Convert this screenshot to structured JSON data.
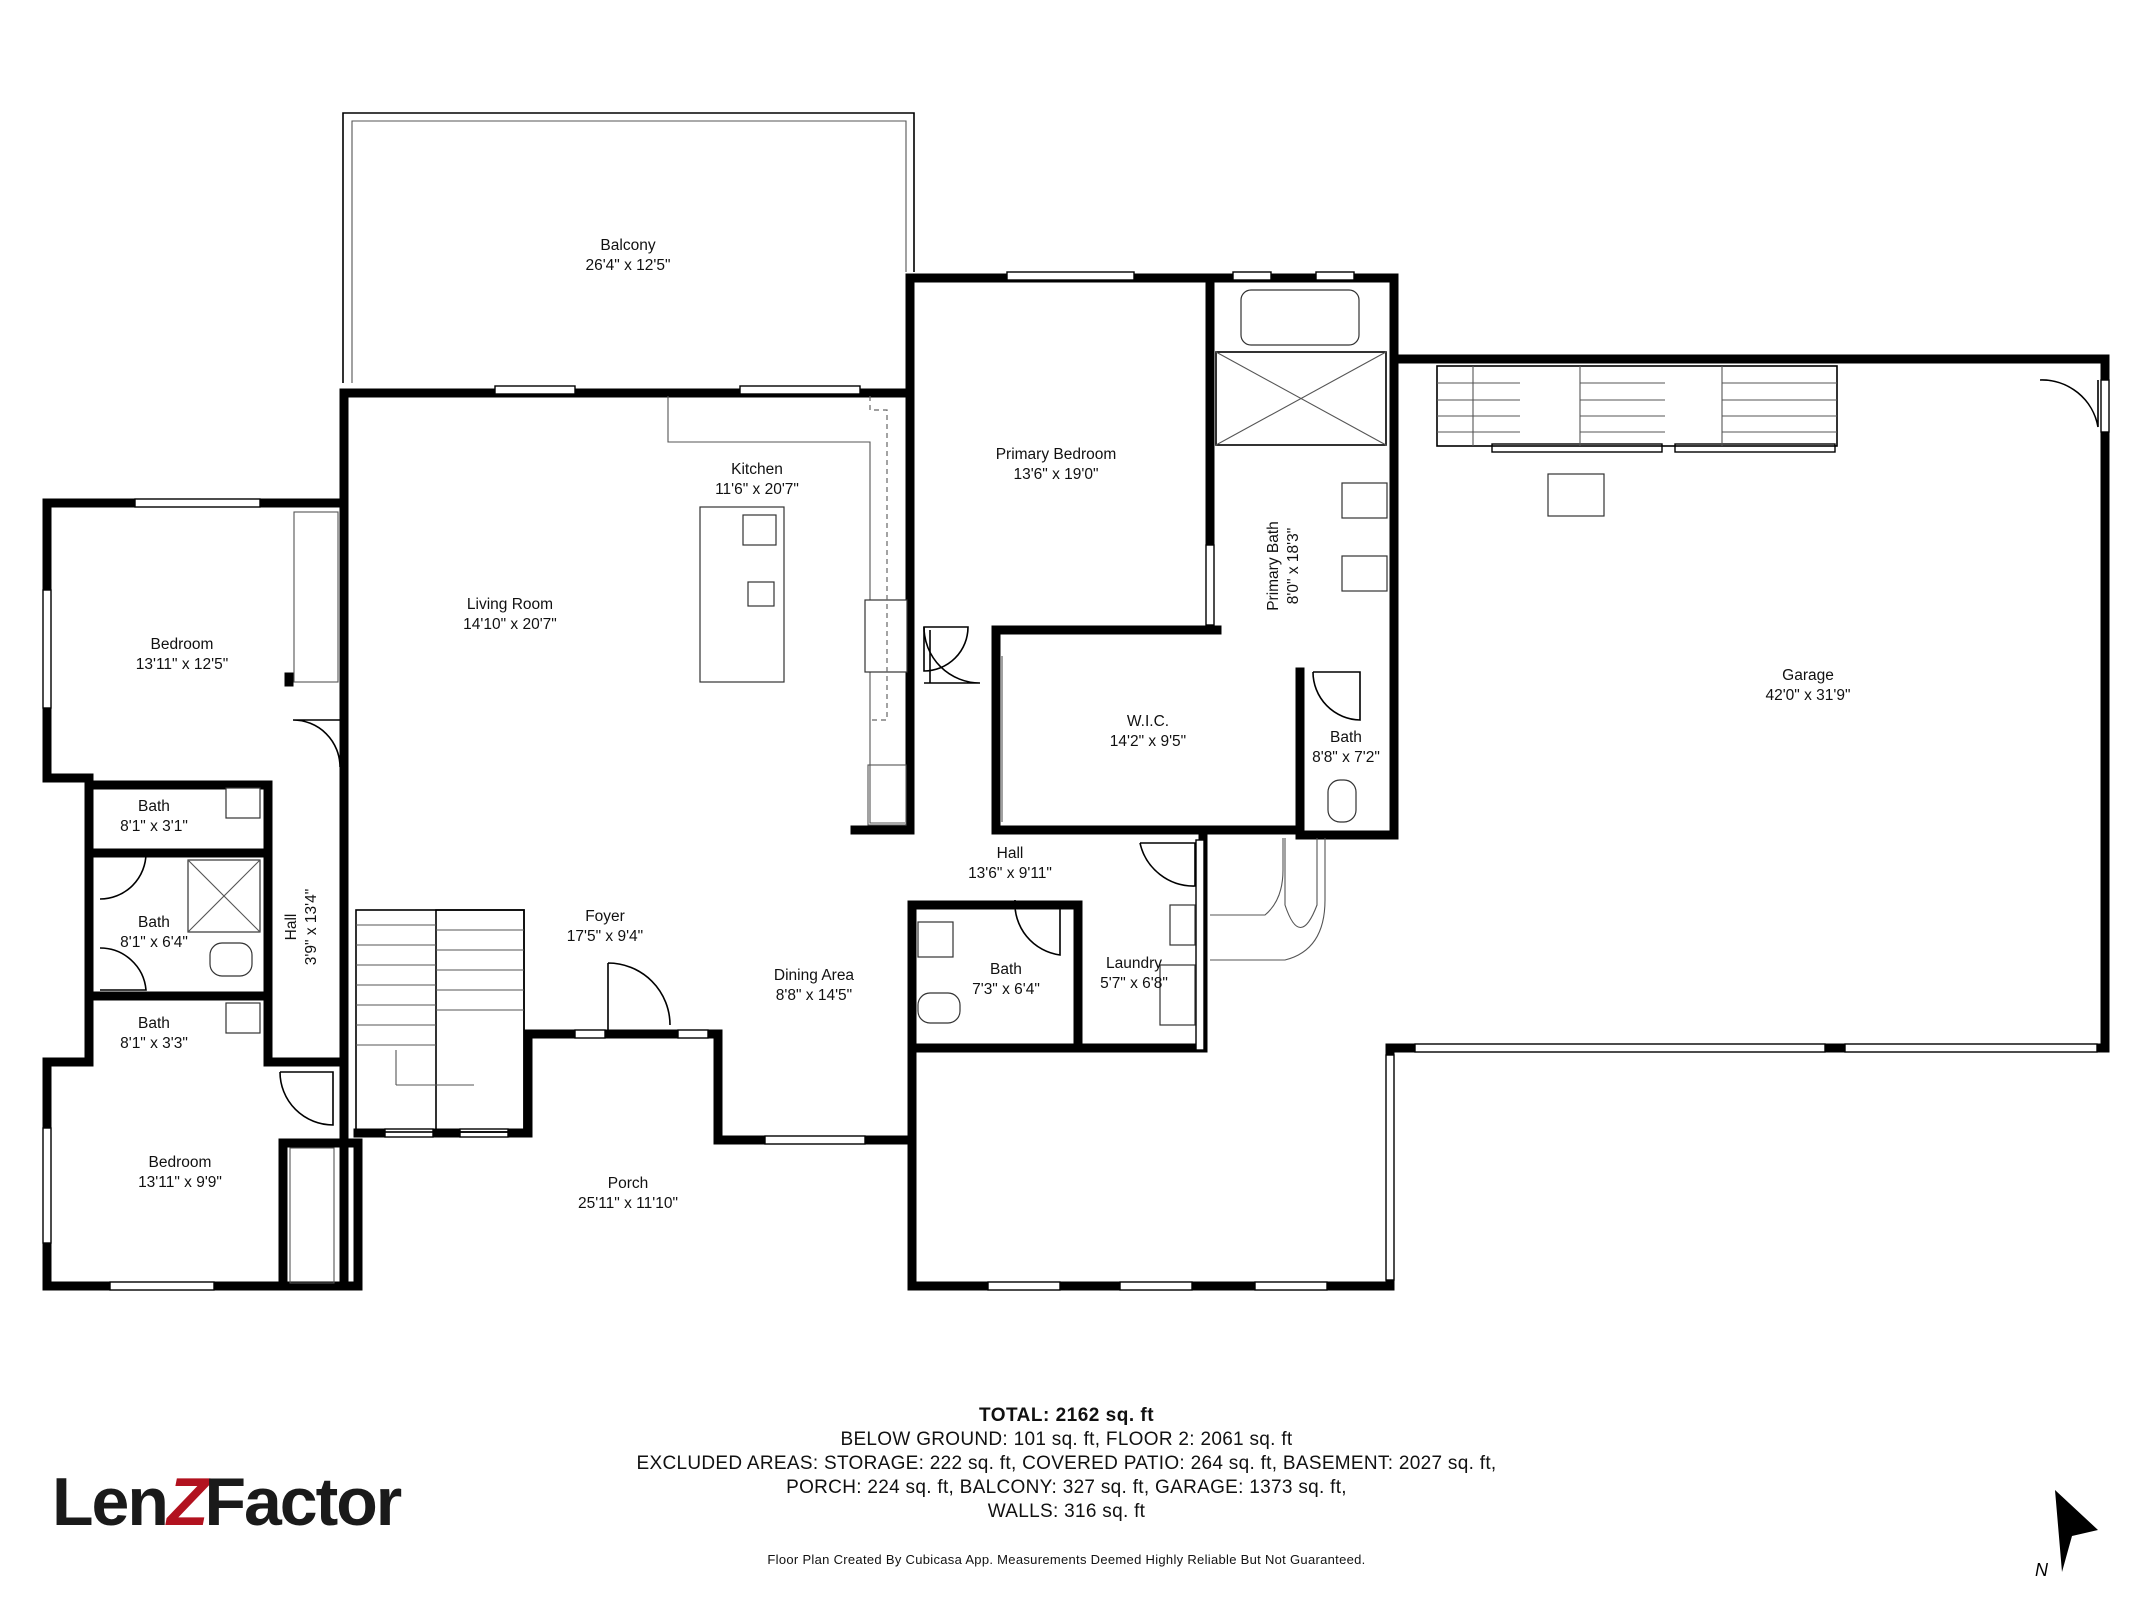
{
  "rooms": {
    "balcony": {
      "name": "Balcony",
      "dims": "26'4\" x 12'5\""
    },
    "kitchen": {
      "name": "Kitchen",
      "dims": "11'6\" x 20'7\""
    },
    "primary_bedroom": {
      "name": "Primary Bedroom",
      "dims": "13'6\" x 19'0\""
    },
    "living_room": {
      "name": "Living Room",
      "dims": "14'10\" x 20'7\""
    },
    "bedroom_1": {
      "name": "Bedroom",
      "dims": "13'11\" x 12'5\""
    },
    "primary_bath": {
      "name": "Primary Bath",
      "dims": "8'0\" x 18'3\""
    },
    "garage": {
      "name": "Garage",
      "dims": "42'0\" x 31'9\""
    },
    "wic": {
      "name": "W.I.C.",
      "dims": "14'2\" x 9'5\""
    },
    "bath_primary_wc": {
      "name": "Bath",
      "dims": "8'8\" x 7'2\""
    },
    "bath_1": {
      "name": "Bath",
      "dims": "8'1\" x 3'1\""
    },
    "hall_main": {
      "name": "Hall",
      "dims": "13'6\" x 9'11\""
    },
    "hall_side": {
      "name": "Hall",
      "dims": "3'9\" x 13'4\""
    },
    "bath_2": {
      "name": "Bath",
      "dims": "8'1\" x 6'4\""
    },
    "foyer": {
      "name": "Foyer",
      "dims": "17'5\" x 9'4\""
    },
    "laundry": {
      "name": "Laundry",
      "dims": "5'7\" x 6'8\""
    },
    "dining_area": {
      "name": "Dining Area",
      "dims": "8'8\" x 14'5\""
    },
    "bath_3": {
      "name": "Bath",
      "dims": "7'3\" x 6'4\""
    },
    "bath_4": {
      "name": "Bath",
      "dims": "8'1\" x 3'3\""
    },
    "bedroom_2": {
      "name": "Bedroom",
      "dims": "13'11\" x 9'9\""
    },
    "porch": {
      "name": "Porch",
      "dims": "25'11\" x 11'10\""
    }
  },
  "summary": {
    "total": "TOTAL: 2162 sq. ft",
    "line1": "BELOW GROUND: 101 sq. ft, FLOOR 2: 2061 sq. ft",
    "line2": "EXCLUDED AREAS: STORAGE: 222 sq. ft, COVERED PATIO: 264 sq. ft, BASEMENT: 2027 sq. ft,",
    "line3": "PORCH: 224 sq. ft, BALCONY: 327 sq. ft, GARAGE: 1373 sq. ft,",
    "line4": "WALLS: 316 sq. ft"
  },
  "disclaimer": "Floor Plan Created By Cubicasa App. Measurements Deemed Highly Reliable But Not Guaranteed.",
  "logo": {
    "part1": "Len",
    "part2": "Z",
    "part3": "Factor",
    "accent_color": "#b2121f"
  },
  "compass": {
    "label": "N",
    "icon": "north-arrow-icon"
  }
}
